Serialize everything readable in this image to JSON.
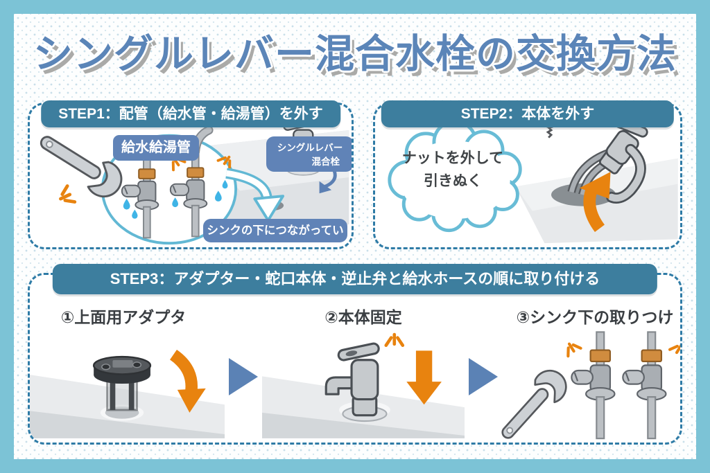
{
  "page": {
    "title": "シングルレバー混合水栓の交換方法"
  },
  "steps": {
    "step1": {
      "header": "STEP1：配管（給水管・給湯管）を外す",
      "labels": {
        "pipes": "給水給湯管",
        "faucet_bubble_line1": "シングルレバー",
        "faucet_bubble_line2": "混合栓",
        "under_sink": "シンクの下につながっている"
      }
    },
    "step2": {
      "header": "STEP2：本体を外す",
      "bubble": {
        "line1": "ナットを外して",
        "line2": "引きぬく"
      }
    },
    "step3": {
      "header": "STEP3：アダプター・蛇口本体・逆止弁と給水ホースの順に取り付ける",
      "substeps": [
        {
          "label": "①上面用アダプタ"
        },
        {
          "label": "②本体固定"
        },
        {
          "label": "③シンク下の取りつけ"
        }
      ]
    }
  },
  "icons": {
    "wrench": "wrench-icon",
    "faucet": "faucet-icon",
    "water_drops": "water-drop-icon",
    "emphasis": "spark-lines-icon",
    "screw": "screw-icon",
    "arrow_right": "triangle-right-arrow-icon",
    "arrow_down": "orange-down-arrow-icon",
    "arrow_up": "orange-up-arrow-icon",
    "arrow_under_sink": "teal-curved-arrow-icon"
  },
  "colors": {
    "frame": "#7cc3d6",
    "header_teal": "#3d7e9e",
    "label_blue": "#6083b7",
    "title_blue": "#5b85b8",
    "accent_orange": "#e8830f",
    "dashed_border": "#2e7ba6",
    "cloud_outline": "#68bcd6",
    "triangle_blue": "#5b82b5"
  }
}
